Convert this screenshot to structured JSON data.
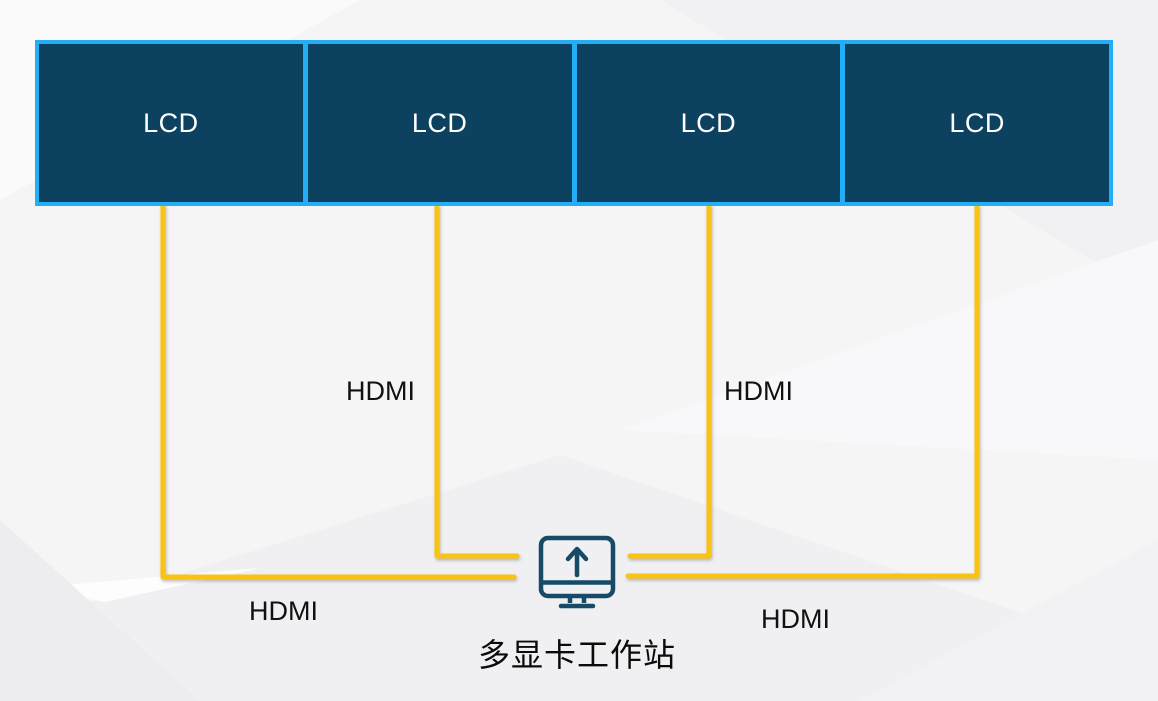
{
  "diagram": {
    "caption": "多显卡工作站",
    "displays": [
      {
        "label": "LCD"
      },
      {
        "label": "LCD"
      },
      {
        "label": "LCD"
      },
      {
        "label": "LCD"
      }
    ],
    "cables": [
      {
        "label": "HDMI"
      },
      {
        "label": "HDMI"
      },
      {
        "label": "HDMI"
      },
      {
        "label": "HDMI"
      }
    ],
    "icons": {
      "workstation": "monitor-upload-icon"
    },
    "colors": {
      "display_fill": "#0C4260",
      "display_border": "#22AFF5",
      "cable": "#FBC311",
      "workstation_icon": "#164A66",
      "label_text": "#111111"
    }
  }
}
